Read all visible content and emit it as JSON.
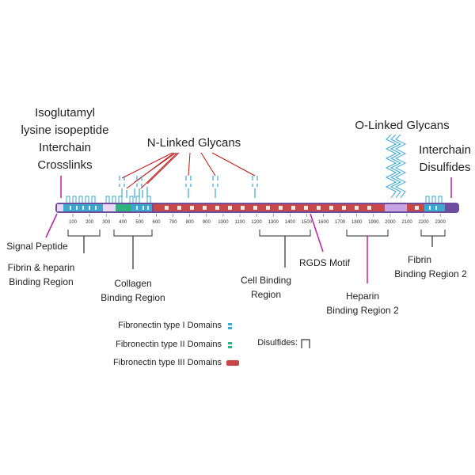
{
  "labels": {
    "isopeptide": [
      "Isoglutamyl",
      "lysine isopeptide",
      "Interchain",
      "Crosslinks"
    ],
    "n_glycans": "N-Linked Glycans",
    "o_glycans": "O-Linked Glycans",
    "disulfides_top": [
      "Interchain",
      "Disulfides"
    ],
    "signal_peptide": "Signal Peptide",
    "fibrin_heparin": [
      "Fibrin & heparin",
      "Binding Region"
    ],
    "collagen": [
      "Collagen",
      "Binding Region"
    ],
    "cell_binding": [
      "Cell Binding",
      "Region"
    ],
    "rgds": "RGDS Motif",
    "heparin2": [
      "Heparin",
      "Binding Region 2"
    ],
    "fibrin2": [
      "Fibrin",
      "Binding Region 2"
    ]
  },
  "legend": {
    "type1": "Fibronectin type I Domains",
    "type2": "Fibronectin type II Domains",
    "type3": "Fibronectin type III Domains",
    "disulfides": "Disulfides:"
  },
  "scale": {
    "ticks": [
      "100",
      "200",
      "300",
      "400",
      "500",
      "600",
      "700",
      "800",
      "900",
      "1000",
      "1100",
      "1200",
      "1300",
      "1400",
      "1500",
      "1600",
      "1700",
      "1800",
      "1900",
      "2000",
      "2100",
      "2200",
      "2300"
    ]
  },
  "colors": {
    "type1": "#3aa9d0",
    "type2": "#2db37c",
    "type3": "#c84848",
    "o_linked": "#c9a4e3",
    "glycan": "#3aa9d0",
    "leader": "#c01818",
    "bracket": "#555555",
    "pointer": "#c020a0"
  }
}
